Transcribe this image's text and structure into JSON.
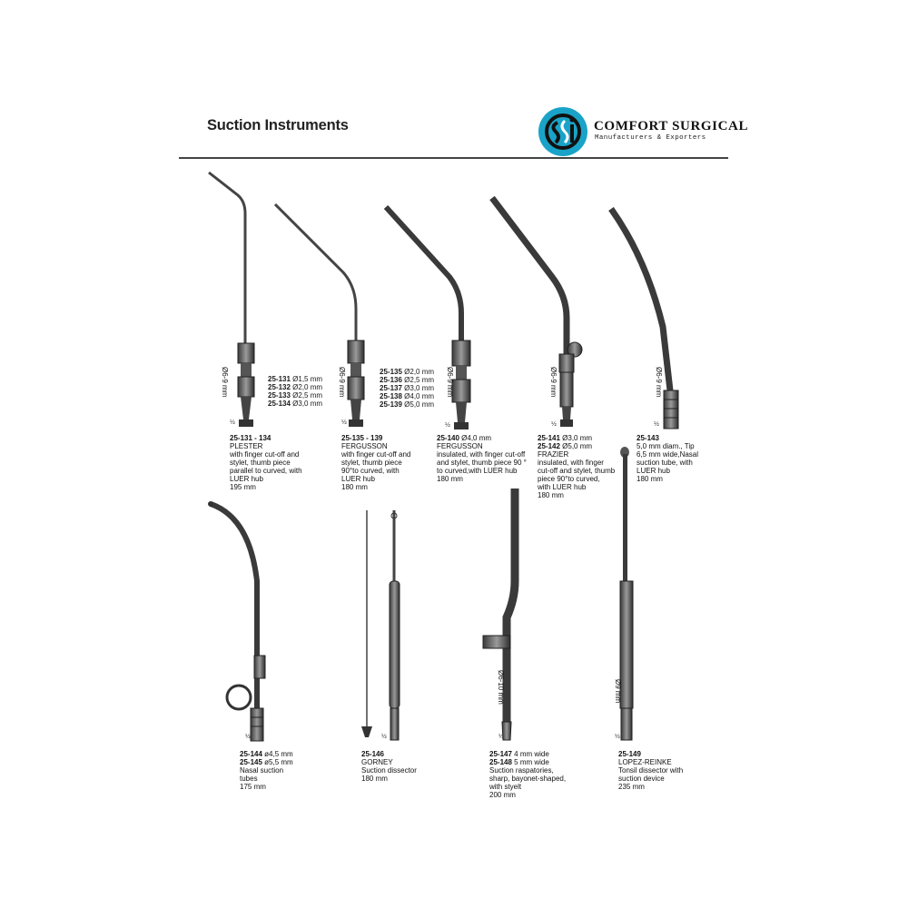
{
  "header": {
    "title": "Suction Instruments",
    "brand_name": "COMFORT SURGICAL",
    "brand_tagline": "Manufacturers & Exporters",
    "brand_color": "#1aa3c8"
  },
  "instruments": {
    "plester": {
      "codes": [
        {
          "code": "25-131",
          "size": "Ø1,5 mm"
        },
        {
          "code": "25-132",
          "size": "Ø2,0 mm"
        },
        {
          "code": "25-133",
          "size": "Ø2,5 mm"
        },
        {
          "code": "25-134",
          "size": "Ø3,0 mm"
        }
      ],
      "shaft_label": "Ø6-9 mm",
      "scale": "½",
      "range": "25-131 - 134",
      "name": "PLESTER",
      "desc": [
        "with finger cut-off and",
        "stylet, thumb piece",
        "parallel to curved, with",
        "LUER hub"
      ],
      "length": "195 mm"
    },
    "fergusson_a": {
      "codes": [
        {
          "code": "25-135",
          "size": "Ø2,0 mm"
        },
        {
          "code": "25-136",
          "size": "Ø2,5 mm"
        },
        {
          "code": "25-137",
          "size": "Ø3,0 mm"
        },
        {
          "code": "25-138",
          "size": "Ø4,0 mm"
        },
        {
          "code": "25-139",
          "size": "Ø5,0 mm"
        }
      ],
      "shaft_label": "Ø6-9 mm",
      "scale": "½",
      "range": "25-135 - 139",
      "name": "FERGUSSON",
      "desc": [
        "with finger cut-off and",
        "stylet, thumb piece",
        "90°to curved, with",
        "LUER hub"
      ],
      "length": "180 mm"
    },
    "fergusson_b": {
      "code": "25-140",
      "size": "Ø4,0 mm",
      "shaft_label": "Ø6-9 mm",
      "scale": "½",
      "name": "FERGUSSON",
      "desc": [
        "insulated, with finger cut-off",
        "and stylet, thumb piece 90 °",
        "to curved,with LUER hub"
      ],
      "length": "180 mm"
    },
    "frazier": {
      "codes": [
        {
          "code": "25-141",
          "size": "Ø3,0 mm"
        },
        {
          "code": "25-142",
          "size": "Ø5,0 mm"
        }
      ],
      "shaft_label": "Ø6-9 mm",
      "scale": "½",
      "name": "FRAZIER",
      "desc": [
        "insulated, with finger",
        "cut-off and stylet, thumb",
        "piece 90°to curved,",
        "with LUER hub"
      ],
      "length": "180 mm"
    },
    "nasal_143": {
      "code": "25-143",
      "shaft_label": "Ø6-9 mm",
      "scale": "½",
      "desc": [
        "5,0 mm diam., Tip",
        "6,5 mm wide,Nasal",
        "suction tube, with",
        "LUER hub"
      ],
      "length": "180 mm"
    },
    "nasal_144": {
      "codes": [
        {
          "code": "25-144",
          "size": "ø4,5 mm"
        },
        {
          "code": "25-145",
          "size": "ø5,5 mm"
        }
      ],
      "scale": "½",
      "desc": [
        "Nasal suction",
        "tubes"
      ],
      "length": "175 mm"
    },
    "gorney": {
      "code": "25-146",
      "scale": "½",
      "name": "GORNEY",
      "desc": [
        "Suction dissector"
      ],
      "length": "180 mm"
    },
    "raspatory": {
      "codes": [
        {
          "code": "25-147",
          "size": "4 mm wide"
        },
        {
          "code": "25-148",
          "size": "5 mm wide"
        }
      ],
      "shaft_label": "Ø6-10 mm",
      "scale": "½",
      "desc": [
        "Suction raspatories,",
        "sharp, bayonet-shaped,",
        "with styelt"
      ],
      "length": "200 mm"
    },
    "lopez": {
      "code": "25-149",
      "shaft_label": "Ø9 mm",
      "scale": "½",
      "name": "LOPEZ-REINKE",
      "desc": [
        "Tonsil dissector with",
        "suction device"
      ],
      "length": "235 mm"
    }
  }
}
